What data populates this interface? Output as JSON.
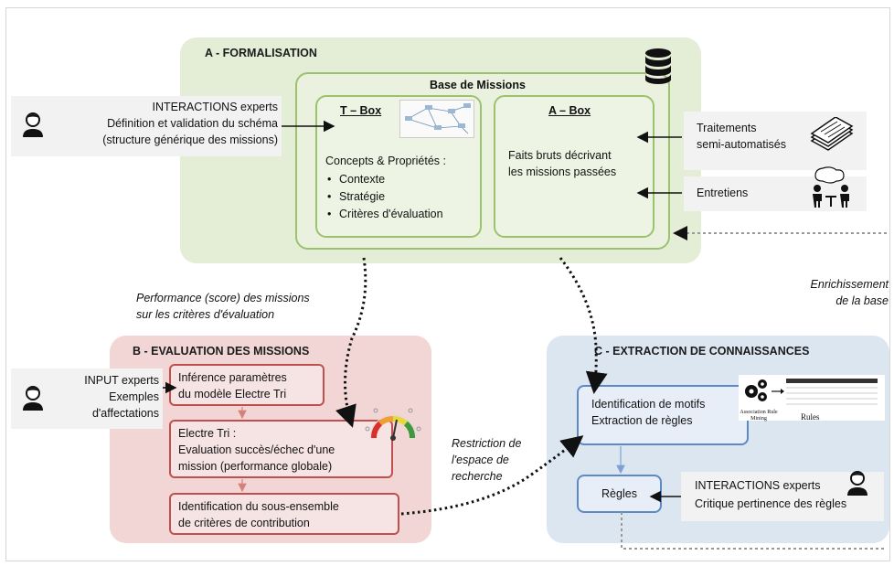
{
  "panel_a": {
    "title": "A - FORMALISATION",
    "base_title": "Base de Missions",
    "tbox": {
      "title": "T – Box",
      "subtitle": "Concepts & Propriétés :",
      "bullets": [
        "Contexte",
        "Stratégie",
        "Critères d'évaluation"
      ]
    },
    "abox": {
      "title": "A – Box",
      "line1": "Faits bruts décrivant",
      "line2": "les missions passées"
    }
  },
  "left_top": {
    "line1": "INTERACTIONS experts",
    "line2": "Définition et validation du schéma",
    "line3": "(structure générique des missions)"
  },
  "right_inputs": {
    "traitements_line1": "Traitements",
    "traitements_line2": "semi-automatisés",
    "entretiens": "Entretiens"
  },
  "labels": {
    "performance_line1": "Performance (score) des missions",
    "performance_line2": "sur les critères d'évaluation",
    "enrichissement_line1": "Enrichissement",
    "enrichissement_line2": "de la base",
    "restriction_line1": "Restriction de",
    "restriction_line2": "l'espace de",
    "restriction_line3": "recherche"
  },
  "panel_b": {
    "title": "B - EVALUATION DES MISSIONS",
    "box1_line1": "Inférence paramètres",
    "box1_line2": "du modèle Electre Tri",
    "box2_line1": "Electre Tri :",
    "box2_line2": "Evaluation succès/échec  d'une",
    "box2_line3": "mission (performance globale)",
    "box3_line1": "Identification du sous-ensemble",
    "box3_line2": "de critères de contribution"
  },
  "left_b": {
    "line1": "INPUT experts",
    "line2": "Exemples",
    "line3": "d'affectations"
  },
  "panel_c": {
    "title": "C - EXTRACTION DE CONNAISSANCES",
    "box1_line1": "Identification de motifs",
    "box1_line2": "Extraction de règles",
    "rules_label": "Règles",
    "arm_caption_line1": "Association Rule",
    "arm_caption_line2": "Mining",
    "arm_rules": "Rules"
  },
  "right_c": {
    "line1": "INTERACTIONS experts",
    "line2": "Critique pertinence des règles"
  },
  "colors": {
    "green_panel": "#e4edd6",
    "green_border": "#9cc26d",
    "red_panel": "#f2d6d6",
    "red_border": "#c0504d",
    "blue_panel": "#dce6f1",
    "blue_border": "#5b8ac6"
  }
}
